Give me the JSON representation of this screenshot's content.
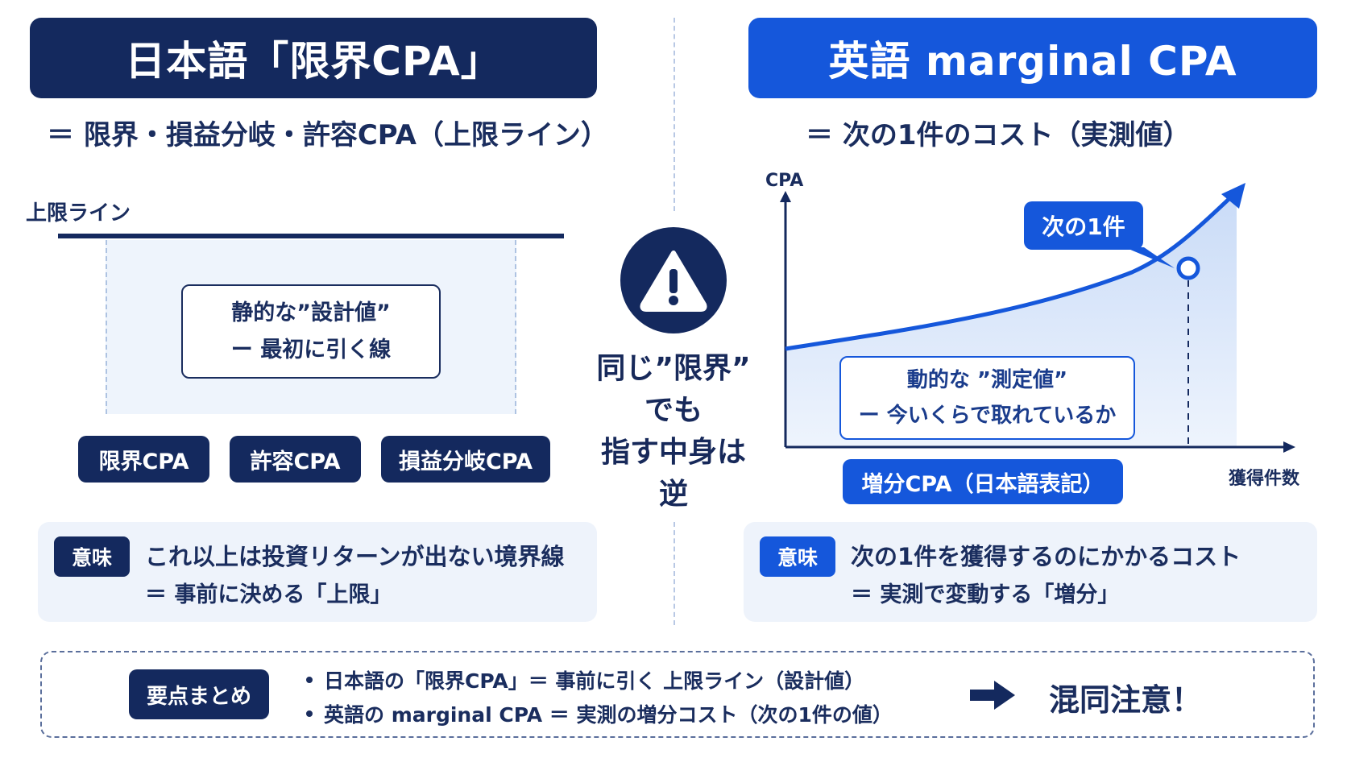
{
  "left": {
    "title": "日本語「限界CPA」",
    "subtitle": "＝ 限界・損益分岐・許容CPA（上限ライン）",
    "upper_line_label": "上限ライン",
    "static_box": {
      "line1": "静的な”設計値”",
      "line2": "ー 最初に引く線"
    },
    "chips": [
      "限界CPA",
      "許容CPA",
      "損益分岐CPA"
    ],
    "meaning": {
      "badge": "意味",
      "line1": "これ以上は投資リターンが出ない境界線",
      "line2": "＝ 事前に決める「上限」"
    }
  },
  "center": {
    "icon": "warning-icon",
    "lines": [
      "同じ”限界”",
      "でも",
      "指す中身は",
      "逆"
    ]
  },
  "right": {
    "title": "英語 marginal CPA",
    "subtitle": "＝ 次の1件のコスト（実測値）",
    "chart": {
      "y_axis_label": "CPA",
      "x_axis_label": "獲得件数",
      "callout": "次の1件",
      "dynamic_box": {
        "line1": "動的な ”測定値”",
        "line2": "ー 今いくらで取れているか"
      },
      "chip": "増分CPA（日本語表記）"
    },
    "meaning": {
      "badge": "意味",
      "line1": "次の1件を獲得するのにかかるコスト",
      "line2": "＝ 実測で変動する「増分」"
    }
  },
  "summary": {
    "badge": "要点まとめ",
    "bullets": [
      "日本語の「限界CPA」＝ 事前に引く 上限ライン（設計値）",
      "英語の marginal CPA ＝ 実測の増分コスト（次の1件の値）"
    ],
    "arrow_icon": "right-arrow-icon",
    "caution": "混同注意！"
  },
  "colors": {
    "navy": "#14295e",
    "blue": "#1557db",
    "panel": "#eef3fb"
  }
}
